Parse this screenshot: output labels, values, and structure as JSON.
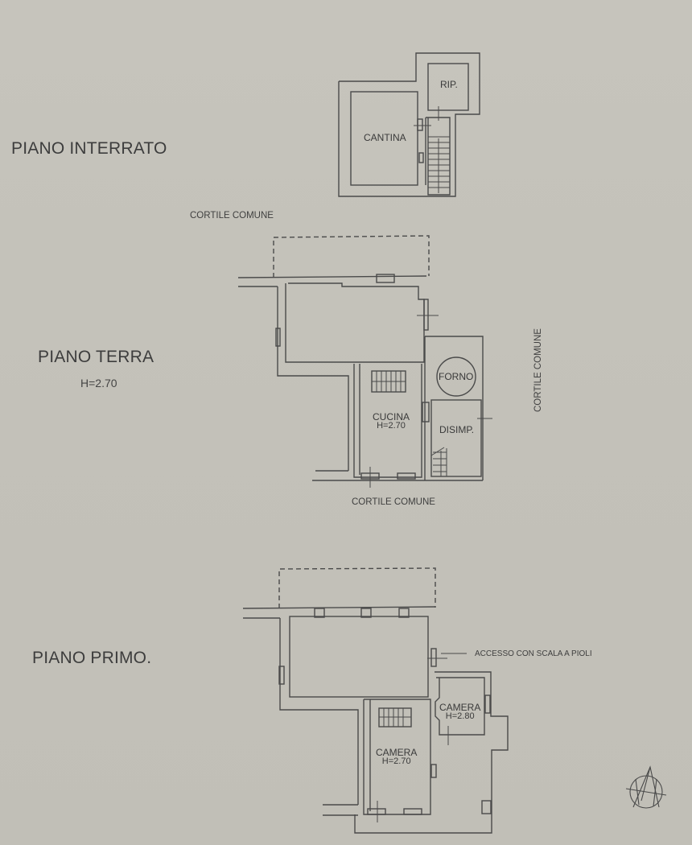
{
  "drawing": {
    "background_color": "#c4c2ba",
    "line_color": "#4a4a4a",
    "floors": [
      {
        "id": "piano-interrato",
        "title": "PIANO INTERRATO",
        "rooms": [
          {
            "name": "CANTINA"
          },
          {
            "name": "RIP."
          }
        ]
      },
      {
        "id": "piano-terra",
        "title": "PIANO TERRA",
        "height": "H=2.70",
        "rooms": [
          {
            "name": "CUCINA",
            "height": "H=2.70"
          },
          {
            "name": "FORNO"
          },
          {
            "name": "DISIMP."
          }
        ],
        "external_labels": {
          "top": "CORTILE COMUNE",
          "right": "CORTILE COMUNE",
          "bottom": "CORTILE COMUNE"
        }
      },
      {
        "id": "piano-primo",
        "title": "PIANO PRIMO.",
        "rooms": [
          {
            "name": "CAMERA",
            "height": "H=2.70"
          },
          {
            "name": "CAMERA",
            "height": "H=2.80"
          }
        ],
        "annotation": "ACCESSO CON SCALA A PIOLI"
      }
    ],
    "north_arrow": "north-arrow-icon"
  }
}
